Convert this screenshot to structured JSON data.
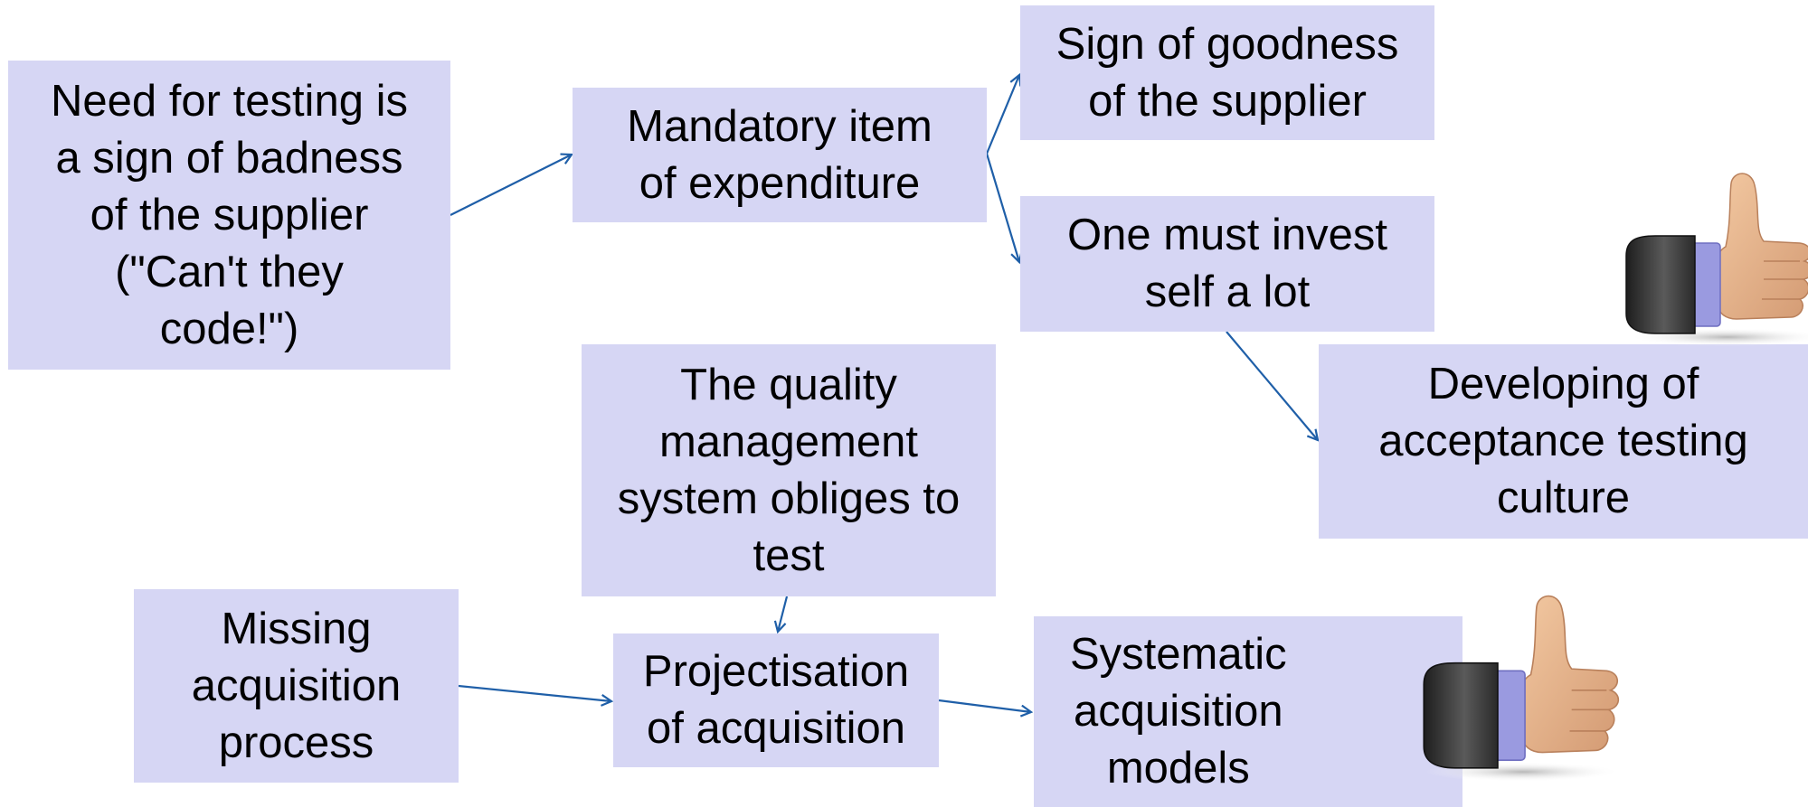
{
  "diagram": {
    "nodes": {
      "need_for_testing": "Need for testing is\na sign of badness\nof the supplier\n(\"Can't they\ncode!\")",
      "mandatory_item": "Mandatory item\nof expenditure",
      "sign_of_goodness": "Sign of goodness\nof the supplier",
      "must_invest": "One must invest\nself a lot",
      "acceptance_culture": "Developing of\nacceptance testing\nculture",
      "quality_management": "The quality\nmanagement\nsystem obliges to\ntest",
      "missing_acquisition": "Missing\nacquisition\nprocess",
      "projectisation": "Projectisation\nof acquisition",
      "systematic_models": "Systematic\nacquisition\nmodels"
    },
    "edges": [
      {
        "from": "need_for_testing",
        "to": "mandatory_item"
      },
      {
        "from": "mandatory_item",
        "to": "sign_of_goodness"
      },
      {
        "from": "mandatory_item",
        "to": "must_invest"
      },
      {
        "from": "must_invest",
        "to": "acceptance_culture"
      },
      {
        "from": "quality_management",
        "to": "projectisation"
      },
      {
        "from": "missing_acquisition",
        "to": "projectisation"
      },
      {
        "from": "projectisation",
        "to": "systematic_models"
      }
    ],
    "colors": {
      "box_fill": "#d6d6f4",
      "arrow": "#1f5fa8",
      "text": "#000000"
    },
    "icons": [
      "thumbs-up-icon",
      "thumbs-up-icon"
    ]
  }
}
